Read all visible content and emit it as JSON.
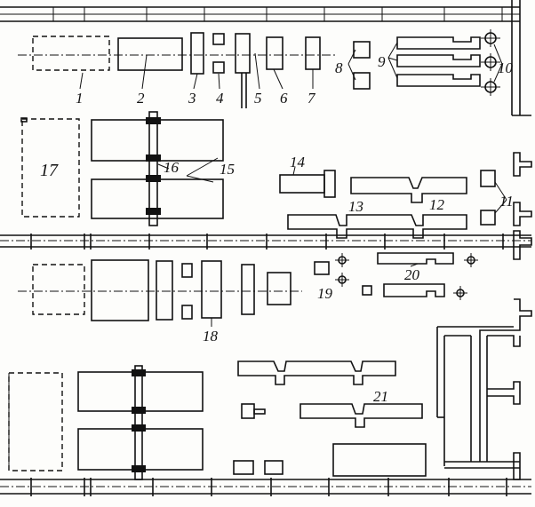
{
  "labels": {
    "l1": "1",
    "l2": "2",
    "l3": "3",
    "l4": "4",
    "l5": "5",
    "l6": "6",
    "l7": "7",
    "l8": "8",
    "l9": "9",
    "l10": "10",
    "l11": "11",
    "l12": "12",
    "l13": "13",
    "l14": "14",
    "l15": "15",
    "l16": "16",
    "l17": "17",
    "l18": "18",
    "l19": "19",
    "l20": "20",
    "l21": "21"
  },
  "colors": {
    "ink": "#111111",
    "paper": "#fdfdfb"
  }
}
